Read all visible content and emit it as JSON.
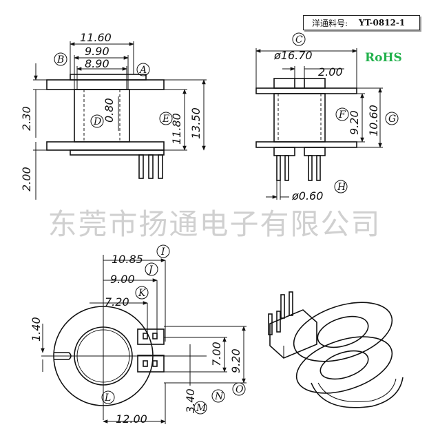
{
  "part_box": {
    "label": "洋通料号:",
    "part_number": "YT-0812-1"
  },
  "rohs": "RoHS",
  "watermark": "东莞市扬通电子有限公司",
  "dimensions": {
    "d_11_60": "11.60",
    "d_9_90": "9.90",
    "d_8_90": "8.90",
    "d_2_30": "2.30",
    "d_0_80": "0.80",
    "d_11_80": "11.80",
    "d_13_50": "13.50",
    "d_2_00_left": "2.00",
    "d_16_70": "ø16.70",
    "d_2_00_right": "2.00",
    "d_9_20_right": "9.20",
    "d_10_60": "10.60",
    "d_0_60": "ø0.60",
    "d_10_85": "10.85",
    "d_9_00": "9.00",
    "d_7_20": "7.20",
    "d_1_40": "1.40",
    "d_7_00": "7.00",
    "d_9_20_bottom": "9.20",
    "d_3_40": "3.40",
    "d_12_00": "12.00"
  },
  "labels": {
    "A": "A",
    "B": "B",
    "C": "C",
    "D": "D",
    "E": "E",
    "F": "F",
    "G": "G",
    "H": "H",
    "I": "I",
    "J": "J",
    "K": "K",
    "L": "L",
    "M": "M",
    "N": "N",
    "O": "O"
  }
}
